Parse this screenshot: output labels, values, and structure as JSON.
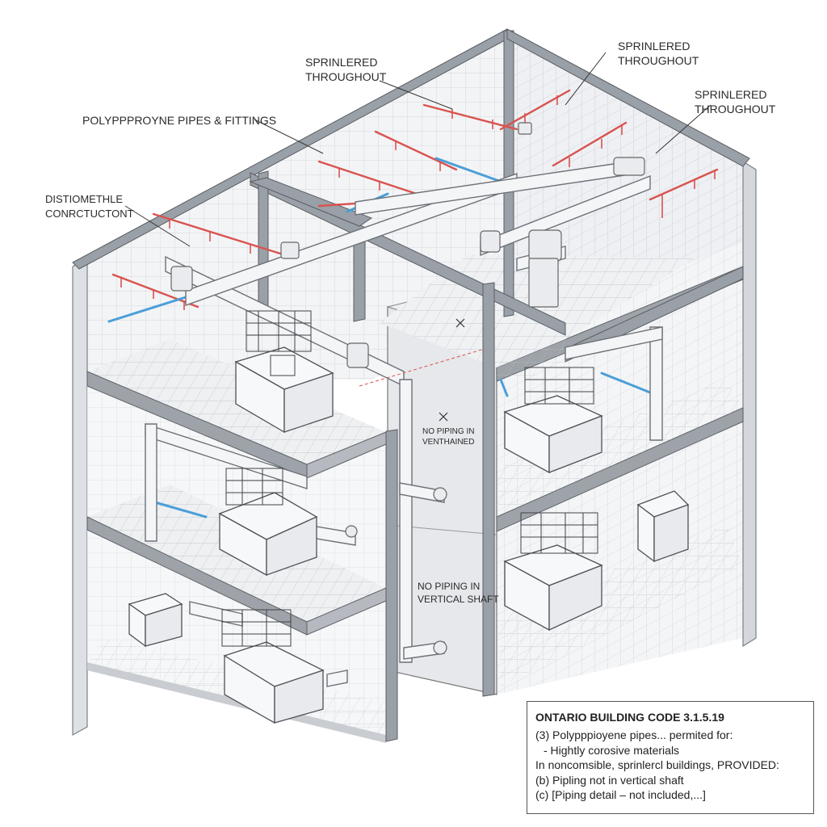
{
  "labels": {
    "sprinklered_1": [
      "SPRINLERED",
      "THROUGHOUT"
    ],
    "sprinklered_2": [
      "SPRINLERED",
      "THROUGHOUT"
    ],
    "sprinklered_3": [
      "SPRINLERED",
      "THROUGHOUT"
    ],
    "pipes": "POLYPPPROYNE PIPES & FITTINGS",
    "construction": [
      "DISTIOMETHLE",
      "CONRCTUCTONT"
    ],
    "no_piping_upper": [
      "NO PIPING IN",
      "VENTHAINED"
    ],
    "no_piping_lower": [
      "NO PIPING IN",
      "VERTICAL SHAFT"
    ]
  },
  "code_box": {
    "title": "ONTARIO BUILDING CODE 3.1.5.19",
    "lines": [
      "(3) Polypppioyene pipes... permited for:",
      "- Hightly corosive materials",
      "In noncomsible, sprinlercl buildings, PROVIDED:",
      "(b) Pipling not in vertical shaft",
      "(c) [Piping detail – not included,...]"
    ]
  },
  "colors": {
    "outline": "#5a5a5a",
    "beam": "#8e9298",
    "grid": "#c9cdd2",
    "sprinkler_red": "#d9534f",
    "pipe_blue": "#4a9fd8",
    "pipe_white": "#f4f5f7"
  }
}
